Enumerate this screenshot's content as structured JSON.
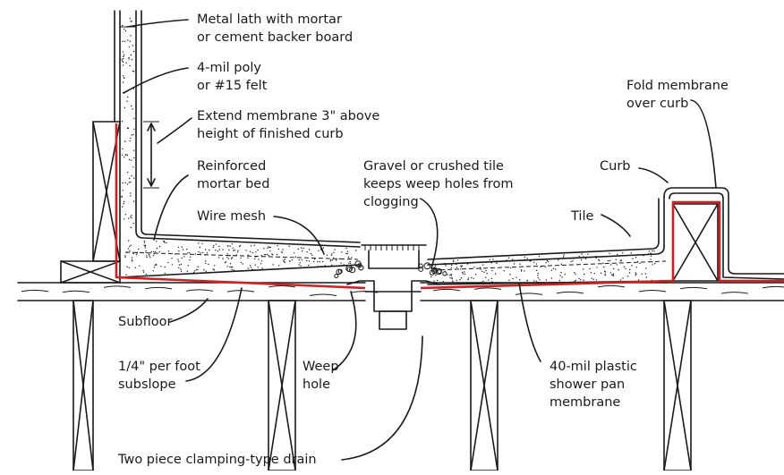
{
  "labels": {
    "lath": [
      "Metal lath with mortar",
      "or cement backer board"
    ],
    "poly": [
      "4-mil poly",
      "or #15 felt"
    ],
    "extend": [
      "Extend membrane 3\" above",
      "height of finished curb"
    ],
    "mortar": [
      "Reinforced",
      "mortar bed"
    ],
    "mesh": [
      "Wire mesh"
    ],
    "gravel": [
      "Gravel or crushed tile",
      "keeps weep holes from",
      "clogging"
    ],
    "tile": [
      "Tile"
    ],
    "curb": [
      "Curb"
    ],
    "fold": [
      "Fold membrane",
      "over curb"
    ],
    "subfloor": [
      "Subfloor"
    ],
    "slope": [
      "1/4\" per foot",
      "subslope"
    ],
    "weep": [
      "Weep",
      "hole"
    ],
    "membrane": [
      "40-mil plastic",
      "shower pan",
      "membrane"
    ],
    "drain": [
      "Two piece clamping-type drain"
    ]
  },
  "colors": {
    "ink": "#1a1a1a",
    "membrane": "#d21f1f"
  }
}
